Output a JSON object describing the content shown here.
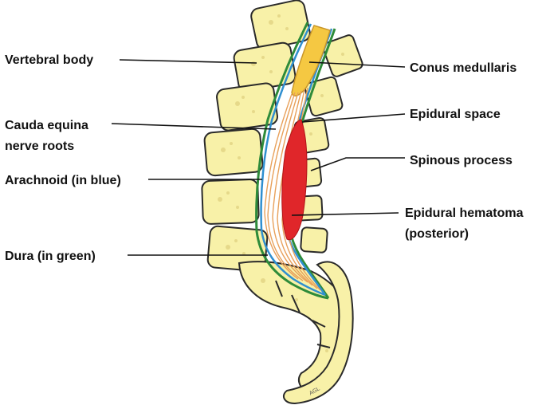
{
  "labels": {
    "vertebral_body": "Vertebral body",
    "cauda_equina_line1": "Cauda equina",
    "cauda_equina_line2": "nerve roots",
    "arachnoid": "Arachnoid (in blue)",
    "dura": "Dura (in green)",
    "conus_medullaris": "Conus medullaris",
    "epidural_space": "Epidural space",
    "spinous_process": "Spinous process",
    "epidural_hematoma_line1": "Epidural hematoma",
    "epidural_hematoma_line2": "(posterior)"
  },
  "colors": {
    "bone_fill": "#f8f1a8",
    "bone_outline": "#2a2a2a",
    "dura": "#2e8b3a",
    "arachnoid": "#2f8fd0",
    "conus": "#f5c842",
    "nerve_roots": "#e8a05a",
    "hematoma": "#e0262a",
    "label_text": "#111111"
  },
  "artist_signature": "AGL"
}
